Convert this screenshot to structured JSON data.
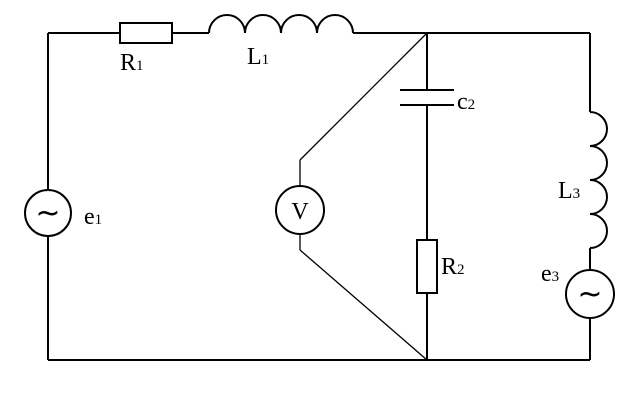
{
  "labels": {
    "R1": {
      "main": "R",
      "sub": "1"
    },
    "L1": {
      "main": "L",
      "sub": "1"
    },
    "C2": {
      "main": "c",
      "sub": "2"
    },
    "R2": {
      "main": "R",
      "sub": "2"
    },
    "L3": {
      "main": "L",
      "sub": "3"
    },
    "e1": {
      "main": "e",
      "sub": "1"
    },
    "e3": {
      "main": "e",
      "sub": "3"
    },
    "voltmeter": "V",
    "ac_symbol": "~"
  }
}
